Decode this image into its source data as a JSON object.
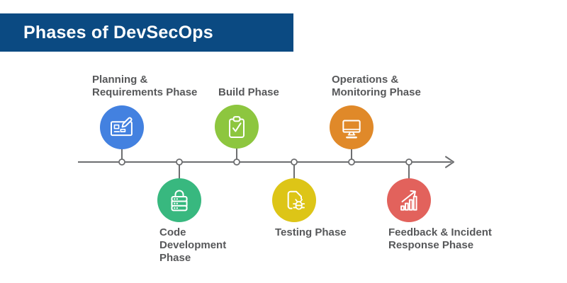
{
  "header": {
    "title": "Phases of DevSecOps",
    "background_color": "#0b4a82",
    "text_color": "#ffffff"
  },
  "timeline": {
    "direction": "left-to-right-arrow",
    "line_color": "#6d6e70",
    "node_count": 6,
    "node_fill": "#ffffff"
  },
  "label_color": "#57585a",
  "phases": [
    {
      "order": 1,
      "label": "Planning &\nRequirements Phase",
      "icon": "blueprint-pencil-icon",
      "color": "#4381e0",
      "position": "above-line"
    },
    {
      "order": 2,
      "label": "Code\nDevelopment\nPhase",
      "icon": "secure-server-lock-icon",
      "color": "#38b87f",
      "position": "below-line"
    },
    {
      "order": 3,
      "label": "Build Phase",
      "icon": "clipboard-check-icon",
      "color": "#8dc63f",
      "position": "above-line"
    },
    {
      "order": 4,
      "label": "Testing Phase",
      "icon": "document-bug-icon",
      "color": "#ddc517",
      "position": "below-line"
    },
    {
      "order": 5,
      "label": "Operations &\nMonitoring Phase",
      "icon": "monitor-icon",
      "color": "#e08929",
      "position": "above-line"
    },
    {
      "order": 6,
      "label": "Feedback & Incident\nResponse Phase",
      "icon": "growth-chart-arrow-icon",
      "color": "#e2625c",
      "position": "below-line"
    }
  ]
}
